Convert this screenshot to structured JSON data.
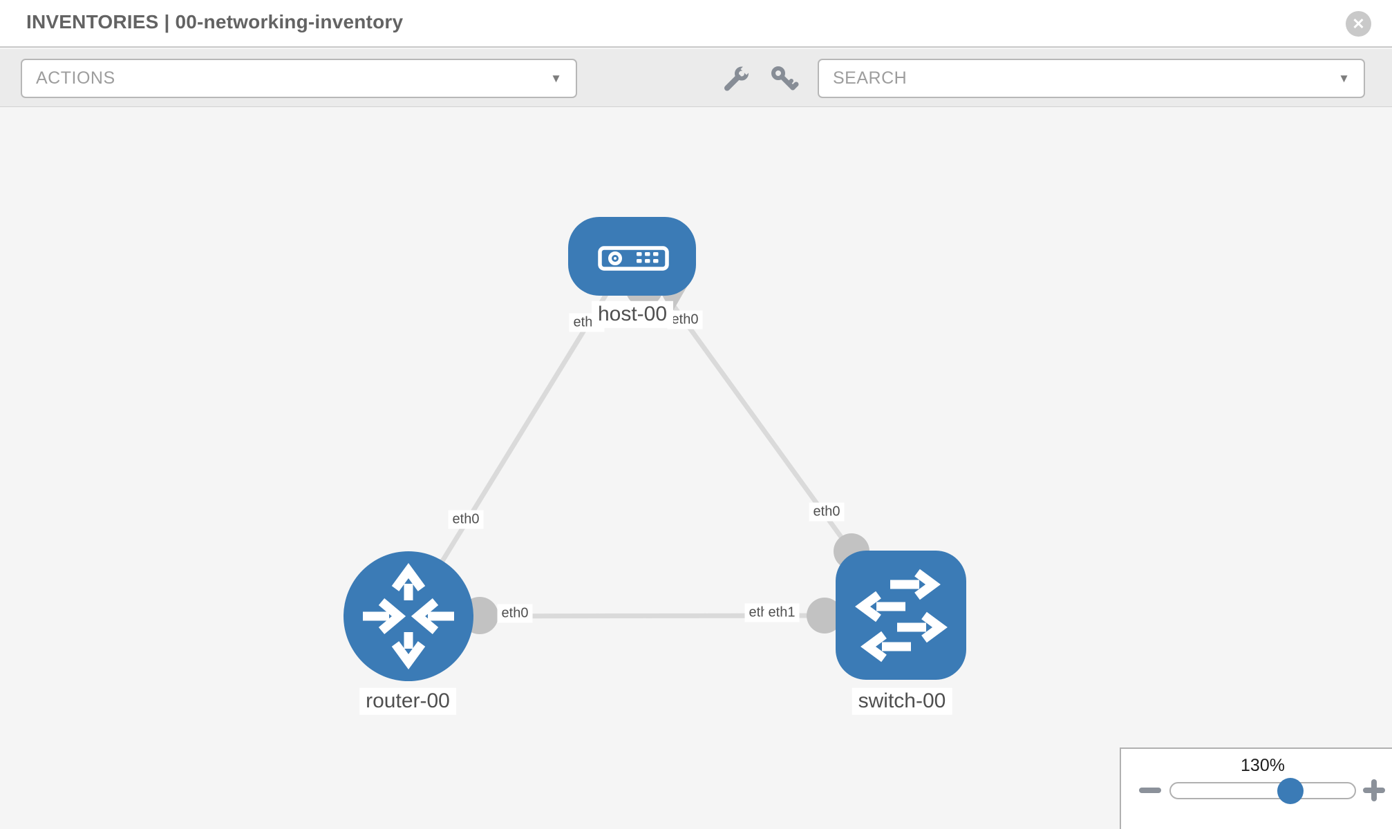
{
  "window": {
    "title": "INVENTORIES | 00-networking-inventory",
    "close_glyph": "✕"
  },
  "toolbar": {
    "actions": {
      "label": "ACTIONS",
      "caret": "▼"
    },
    "tool_icons": [
      "wrench-icon",
      "key-icon"
    ],
    "search": {
      "label": "SEARCH",
      "caret": "▼"
    }
  },
  "topology": {
    "nodes": [
      {
        "label": "host-00",
        "type": "host",
        "icon": "server-icon"
      },
      {
        "label": "router-00",
        "type": "router",
        "icon": "router-crossed-arrows-icon"
      },
      {
        "label": "switch-00",
        "type": "switch",
        "icon": "switch-swap-arrows-icon"
      }
    ],
    "links": [
      {
        "source": "router-00",
        "target": "host-00",
        "source_interface": "eth0",
        "target_interface": "eth0"
      },
      {
        "source": "switch-00",
        "target": "host-00",
        "source_interface": "eth0",
        "target_interface": "eth0"
      },
      {
        "source": "router-00",
        "target": "switch-00",
        "source_interface": "eth0",
        "target_interface": "eth1"
      }
    ],
    "interface_labels": [
      {
        "text": "eth0"
      },
      {
        "text": "eth0"
      },
      {
        "text": "eth0"
      },
      {
        "text": "eth0"
      },
      {
        "text": "eth0"
      },
      {
        "text": "eth0"
      },
      {
        "text": "eth1"
      }
    ],
    "colors": {
      "node": "#3b7bb6",
      "link": "#dadada",
      "connector": "#c2c2c2",
      "canvas": "#f5f5f5"
    }
  },
  "zoom_control": {
    "level": "130%",
    "minus_icon": "minus-icon",
    "plus_icon": "plus-icon"
  }
}
